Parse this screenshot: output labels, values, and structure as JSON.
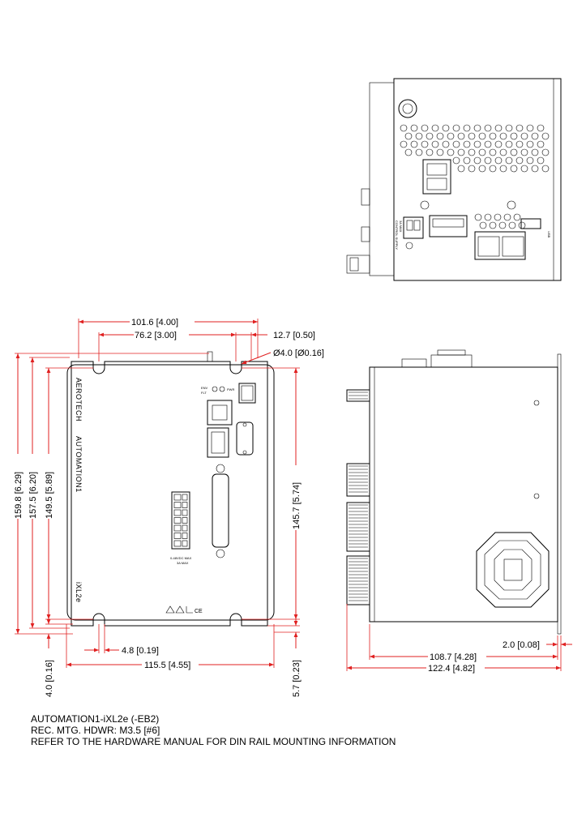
{
  "dimensions": {
    "width_overall": "101.6 [4.00]",
    "hole_spacing": "76.2 [3.00]",
    "hole_offset": "12.7 [0.50]",
    "hole_diameter": "Ø4.0 [Ø0.16]",
    "height_overall": "159.8 [6.29]",
    "height_mount": "157.5 [6.20]",
    "height_body": "149.5 [5.89]",
    "hole_vertical": "145.7 [5.74]",
    "slot_width": "4.8 [0.19]",
    "bottom_width": "115.5 [4.55]",
    "left_offset": "4.0 [0.16]",
    "bottom_offset": "5.7 [0.23]",
    "side_depth": "108.7 [4.28]",
    "side_overall": "122.4 [4.82]",
    "flange": "2.0 [0.08]"
  },
  "front_labels": {
    "brand_left": "AEROTECH",
    "brand_right": "AUTOMATION1",
    "model": "iXL2e",
    "env": "ENV",
    "flt": "FLT",
    "pwr": "PWR",
    "voltage": "0-48VDC MAX",
    "current": "3A MAX"
  },
  "top_labels": {
    "usb": "USB",
    "control_supply": "CONTROL SUPPLY",
    "amps": "3A MAX"
  },
  "notes": [
    "AUTOMATION1-iXL2e (-EB2)",
    "REC. MTG. HDWR: M3.5 [#6]",
    "REFER TO THE HARDWARE MANUAL FOR DIN RAIL MOUNTING INFORMATION"
  ],
  "colors": {
    "dimension_line": "#e02020",
    "outline": "#000000"
  }
}
